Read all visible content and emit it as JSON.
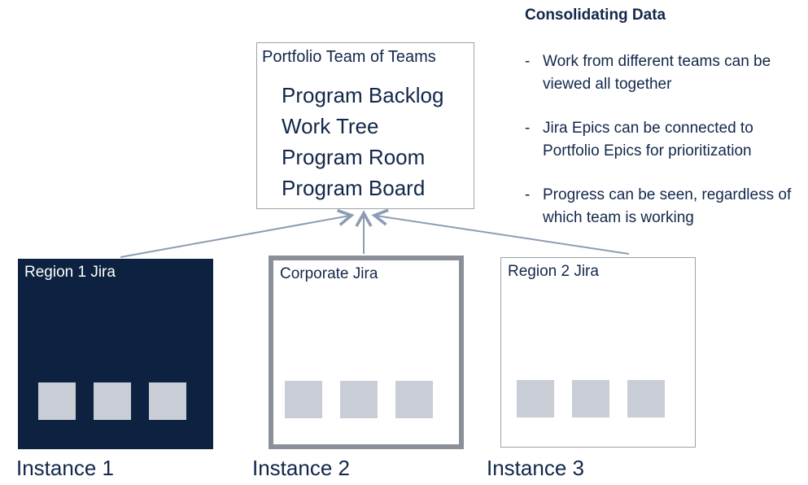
{
  "portfolio": {
    "title": "Portfolio Team of Teams",
    "items": [
      "Program Backlog",
      "Work Tree",
      "Program Room",
      "Program Board"
    ]
  },
  "consolidating": {
    "title": "Consolidating Data",
    "dash": "-",
    "bullets": [
      "Work from different teams can be viewed all together",
      "Jira Epics can be connected to Portfolio Epics for prioritization",
      "Progress can be seen, regardless of which team is working"
    ]
  },
  "instances": [
    {
      "box_label": "Region 1 Jira",
      "caption": "Instance 1"
    },
    {
      "box_label": "Corporate Jira",
      "caption": "Instance 2"
    },
    {
      "box_label": "Region 2 Jira",
      "caption": "Instance 3"
    }
  ],
  "colors": {
    "dark_navy_fill": "#0d2240",
    "text_navy": "#12274a",
    "arrow_gray": "#8c9cb3",
    "tile_gray": "#c9ced6",
    "thick_border_gray": "#8a8f98",
    "thin_border_gray": "#9aa2ac"
  }
}
